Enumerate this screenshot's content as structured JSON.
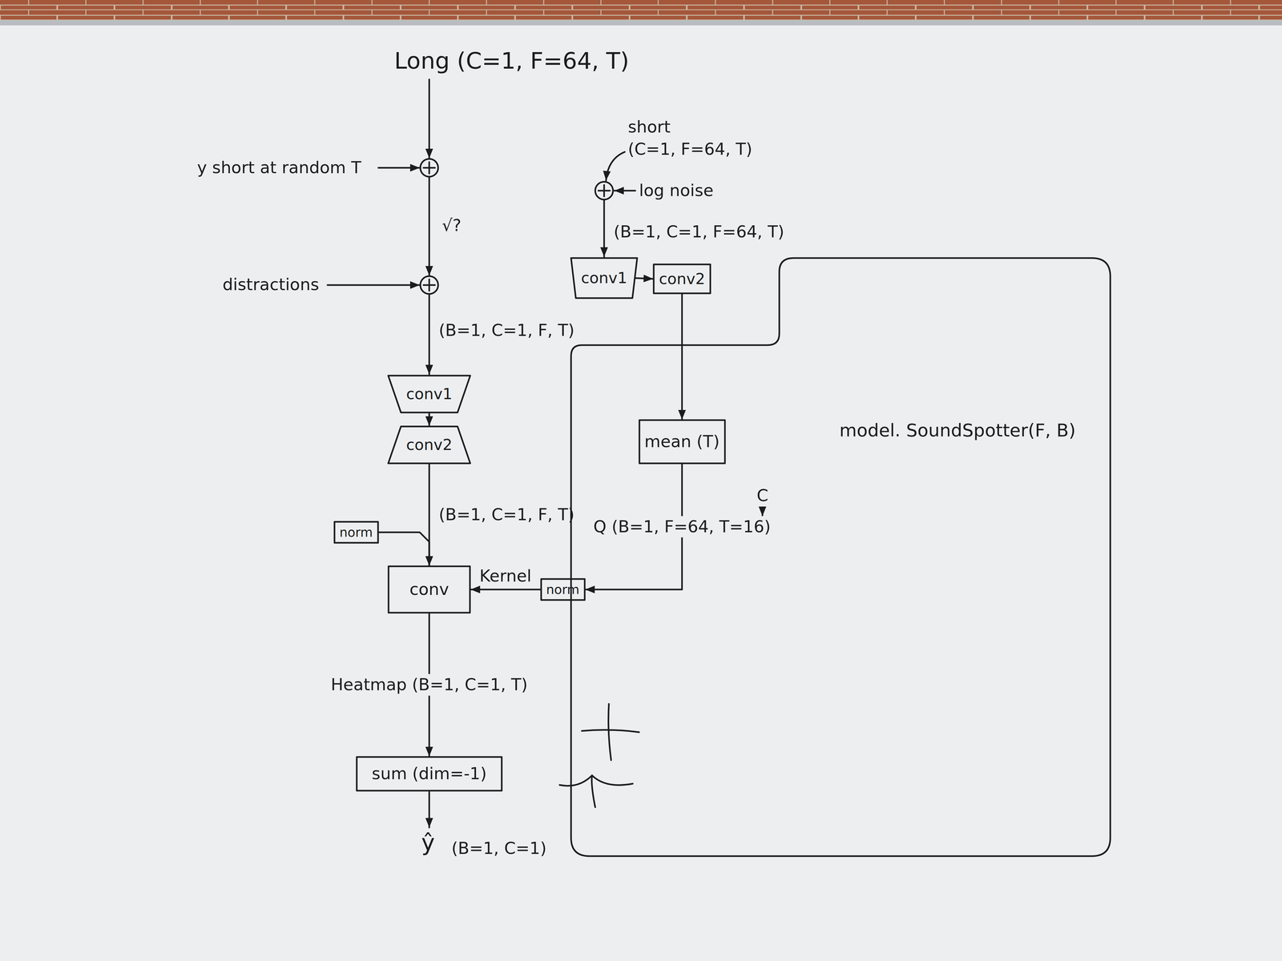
{
  "diagram": {
    "nodes": [
      {
        "text": [
          "model. SoundSpotter(F, B)"
        ]
      },
      {
        "text": [
          "conv1"
        ],
        "in": 0
      },
      {
        "text": [
          "conv2"
        ],
        "in": 0
      },
      {
        "text": [
          "conv1"
        ],
        "in": 0
      },
      {
        "text": [
          "conv2"
        ],
        "in": 0
      },
      {
        "text": [
          "mean (T)"
        ],
        "in": 0
      },
      {
        "text": [
          "norm"
        ],
        "in": 0
      },
      {
        "text": [
          "conv"
        ],
        "in": 0
      },
      {
        "text": [
          "norm"
        ],
        "in": 0
      },
      {
        "text": [
          "sum (dim=-1)"
        ],
        "in": 0
      }
    ],
    "edges": [
      {
        "from": 1,
        "to": 2,
        "arrow": "to"
      },
      {
        "from": 3,
        "to": 4,
        "arrow": "to"
      },
      {
        "from": 2,
        "to": 5,
        "arrow": "to"
      },
      {
        "from": 4,
        "to": 7,
        "arrow": "to",
        "label": "(B=1, C=1, F, T)"
      },
      {
        "from": 6,
        "to": 7,
        "arrow": "to"
      },
      {
        "from": 5,
        "to": 8,
        "arrow": "to",
        "label": "Q (B=1, F=64, T=16)"
      },
      {
        "from": 8,
        "to": 7,
        "arrow": "to",
        "label": "Kernel"
      },
      {
        "from": 7,
        "to": 9,
        "arrow": "to",
        "label": "Heatmap (B=1, C=1, T)"
      }
    ],
    "labels": [
      "Long (C=1, F=64, T)",
      "y short at random T",
      "√?",
      "distractions",
      "short",
      "(C=1, F=64, T)",
      "log noise",
      "(B=1, C=1, F, T)",
      "(B=1, C=1, F=64, T)",
      "C",
      "ŷ",
      "(B=1, C=1)"
    ]
  }
}
